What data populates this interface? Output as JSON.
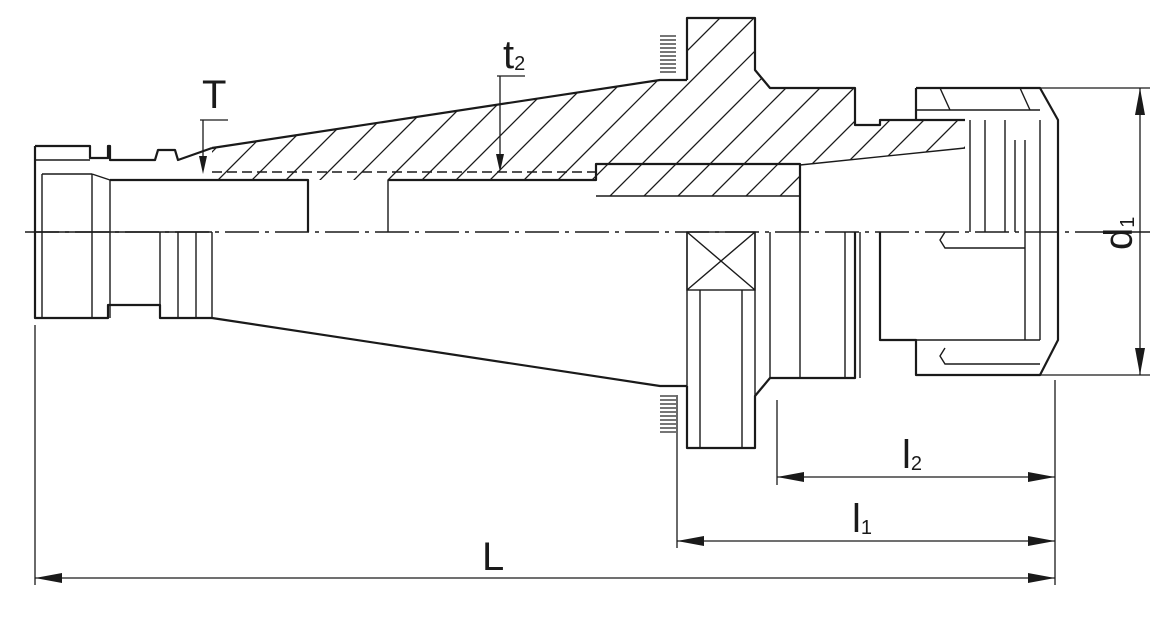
{
  "labels": {
    "T": "T",
    "t2_main": "t",
    "t2_sub": "2",
    "L": "L",
    "l1_main": "l",
    "l1_sub": "1",
    "l2_main": "l",
    "l2_sub": "2",
    "d1_main": "d",
    "d1_sub": "1"
  },
  "colors": {
    "line": "#1a1a1a",
    "background": "#ffffff"
  }
}
